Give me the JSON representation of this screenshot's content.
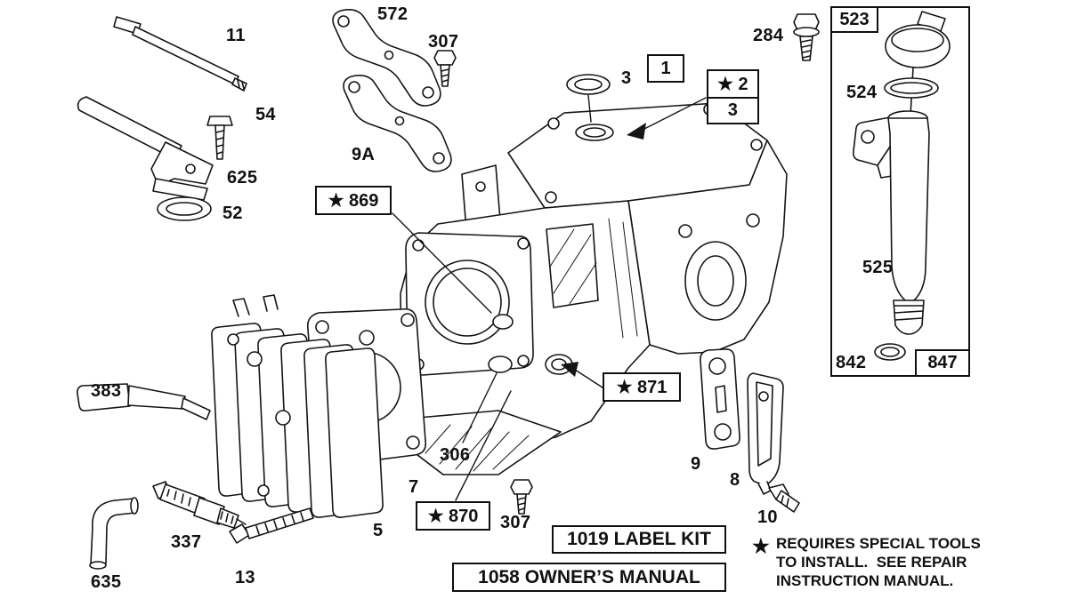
{
  "colors": {
    "ink": "#111111",
    "paper": "#ffffff"
  },
  "labels": {
    "p572": "572",
    "p307_top": "307",
    "p11": "11",
    "p284": "284",
    "p54": "54",
    "p9a": "9A",
    "p625": "625",
    "p52": "52",
    "p3_top": "3",
    "p524": "524",
    "p525": "525",
    "p842": "842",
    "p383": "383",
    "p306": "306",
    "p7": "7",
    "p9": "9",
    "p8": "8",
    "p10": "10",
    "p307_bottom": "307",
    "p5": "5",
    "p337": "337",
    "p13": "13",
    "p635": "635"
  },
  "boxed": {
    "b1": "1",
    "b2": "★ 2",
    "b3": "3",
    "b869": "★ 869",
    "b871": "★ 871",
    "b870": "★ 870",
    "b523": "523",
    "b847": "847",
    "label_kit": "1019 LABEL KIT",
    "owners_manual": "1058 OWNER’S MANUAL"
  },
  "footnote": {
    "star": "★",
    "line1": "REQUIRES SPECIAL TOOLS",
    "line2": "TO INSTALL.  SEE REPAIR",
    "line3": "INSTRUCTION MANUAL."
  }
}
